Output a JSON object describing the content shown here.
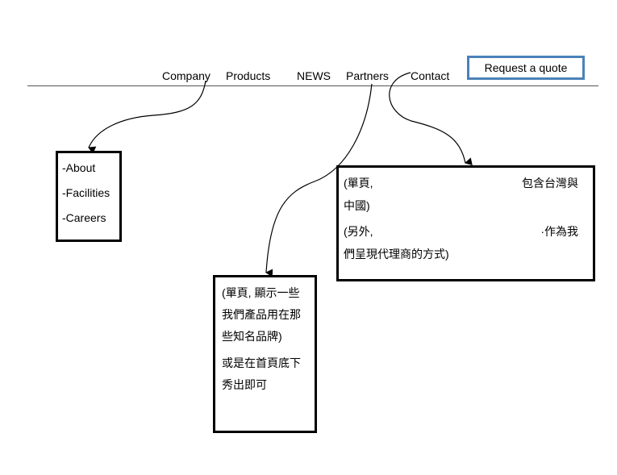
{
  "nav": {
    "items": [
      {
        "label": "Company"
      },
      {
        "label": "Products"
      },
      {
        "label": "NEWS"
      },
      {
        "label": "Partners"
      },
      {
        "label": "Contact"
      }
    ],
    "cta_label": "Request a quote",
    "cta_border_color": "#4a82b8"
  },
  "company_box": {
    "items": [
      "-About",
      "-Facilities",
      "-Careers"
    ]
  },
  "contact_box": {
    "line1_left": "(單頁,",
    "line1_right": "包含台灣與",
    "line2": "中國)",
    "line3_left": "(另外,",
    "line3_right": "·作為我",
    "line4": "們呈現代理商的方式)"
  },
  "partners_box": {
    "lines": [
      "(單頁, 顯示一些",
      "我們產品用在那",
      "些知名品牌)"
    ],
    "lines2": [
      "或是在首頁底下",
      "秀出即可"
    ]
  }
}
